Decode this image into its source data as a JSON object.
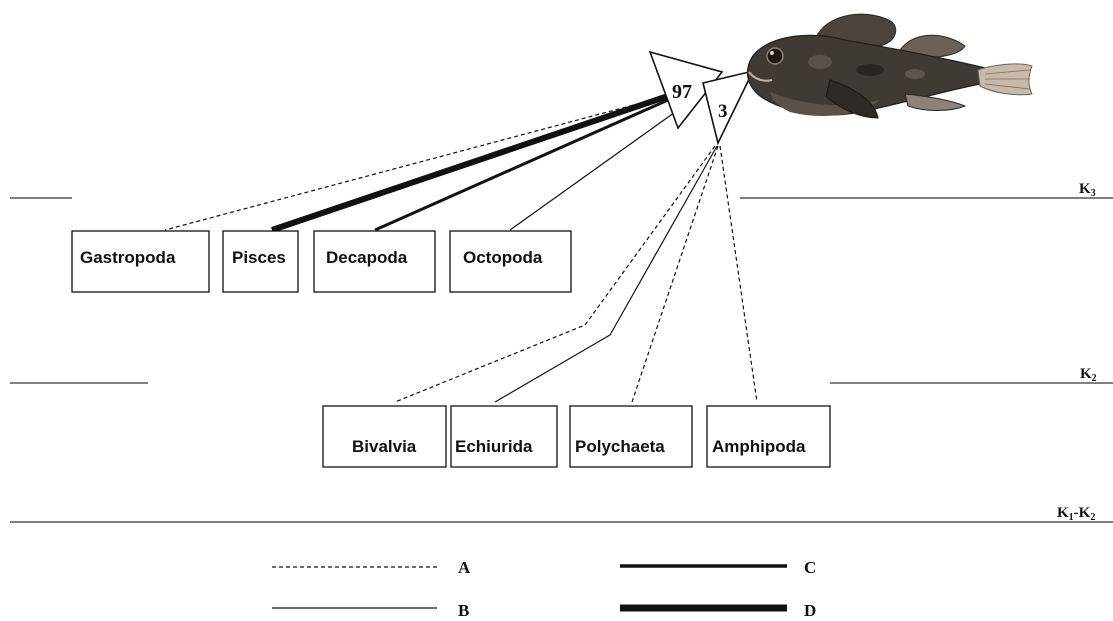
{
  "diagram": {
    "triangle_main_value": "97",
    "triangle_secondary_value": "3",
    "level_labels": {
      "k3": "K",
      "k3_sub": "3",
      "k2": "K",
      "k2_sub": "2",
      "k1k2_a": "K",
      "k1k2_sub1": "1",
      "k1k2_b": "-K",
      "k1k2_sub2": "2"
    },
    "upper_boxes": [
      {
        "label": "Gastropoda",
        "line_style": "A"
      },
      {
        "label": "Pisces",
        "line_style": "D"
      },
      {
        "label": "Decapoda",
        "line_style": "C"
      },
      {
        "label": "Octopoda",
        "line_style": "B"
      }
    ],
    "lower_boxes": [
      {
        "label": "Bivalvia",
        "line_style": "A"
      },
      {
        "label": "Echiurida",
        "line_style": "B"
      },
      {
        "label": "Polychaeta",
        "line_style": "A"
      },
      {
        "label": "Amphipoda",
        "line_style": "A"
      }
    ],
    "legend": [
      {
        "key": "A",
        "style": "dashed"
      },
      {
        "key": "B",
        "style": "thin"
      },
      {
        "key": "C",
        "style": "thick"
      },
      {
        "key": "D",
        "style": "thickest"
      }
    ],
    "image": {
      "subject": "fish-photo"
    },
    "colors": {
      "ink": "#111111",
      "fish_body": "#3f3a34",
      "fish_fin": "#c9b9a9"
    }
  }
}
